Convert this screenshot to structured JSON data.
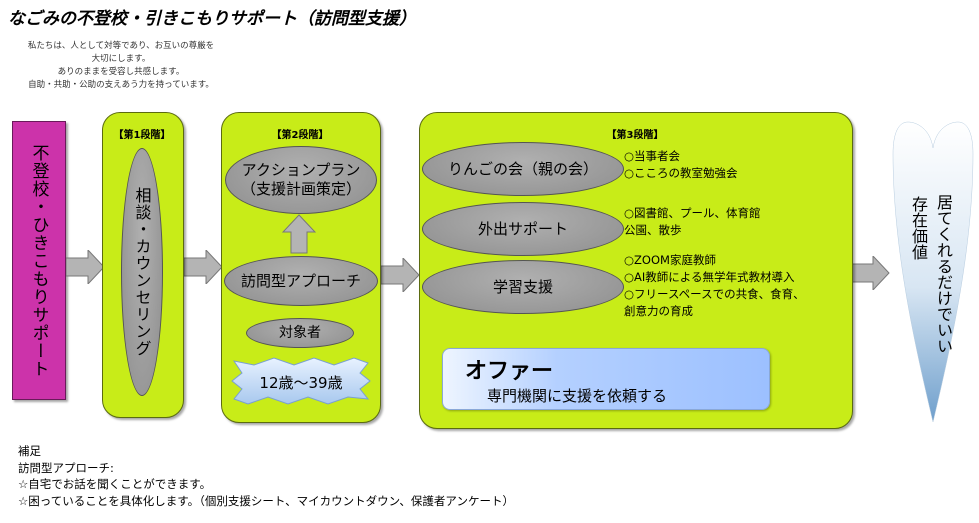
{
  "title": "なごみの不登校・引きこもりサポート（訪問型支援）",
  "philosophy": [
    "私たちは、人として対等であり、お互いの尊厳を",
    "大切にします。",
    "ありのままを受容し共感します。",
    "自助・共助・公助の支えあう力を持っています。"
  ],
  "target_label": "不登校・ひきこもりサポート",
  "stage1": {
    "label": "【第1段階】",
    "oval": "相談・カウンセリング"
  },
  "stage2": {
    "label": "【第2段階】",
    "plan_line1": "アクションプラン",
    "plan_line2": "（支援計画策定）",
    "approach": "訪問型アプローチ",
    "target_title": "対象者",
    "target_age": "12歳〜39歳"
  },
  "stage3": {
    "label": "【第3段階】",
    "items": [
      {
        "oval": "りんごの会（親の会）",
        "bullets": [
          "○当事者会",
          "○こころの教室勉強会"
        ]
      },
      {
        "oval": "外出サポート",
        "bullets": [
          "○図書館、プール、体育館",
          "公園、散歩"
        ]
      },
      {
        "oval": "学習支援",
        "bullets": [
          "○ZOOM家庭教師",
          "○AI教師による無学年式教材導入",
          "○フリースペースでの共食、食育、",
          "創意力の育成"
        ]
      }
    ],
    "offer_title": "オファー",
    "offer_sub": "専門機関に支援を依頼する"
  },
  "heart": {
    "line1": "居てくれるだけでいい",
    "line2": "存在価値"
  },
  "notes": [
    "補足",
    "訪問型アプローチ:",
    "☆自宅でお話を聞くことができます。",
    "☆困っていることを具体化します。（個別支援シート、マイカウントダウン、保護者アンケート）"
  ],
  "colors": {
    "stage_fill": "#c8ec18",
    "oval_gray": "#9a9a9a",
    "target_magenta": "#cc33aa",
    "offer_blue": "#b8d4ff",
    "heart_blue": "#8fb6d8"
  }
}
